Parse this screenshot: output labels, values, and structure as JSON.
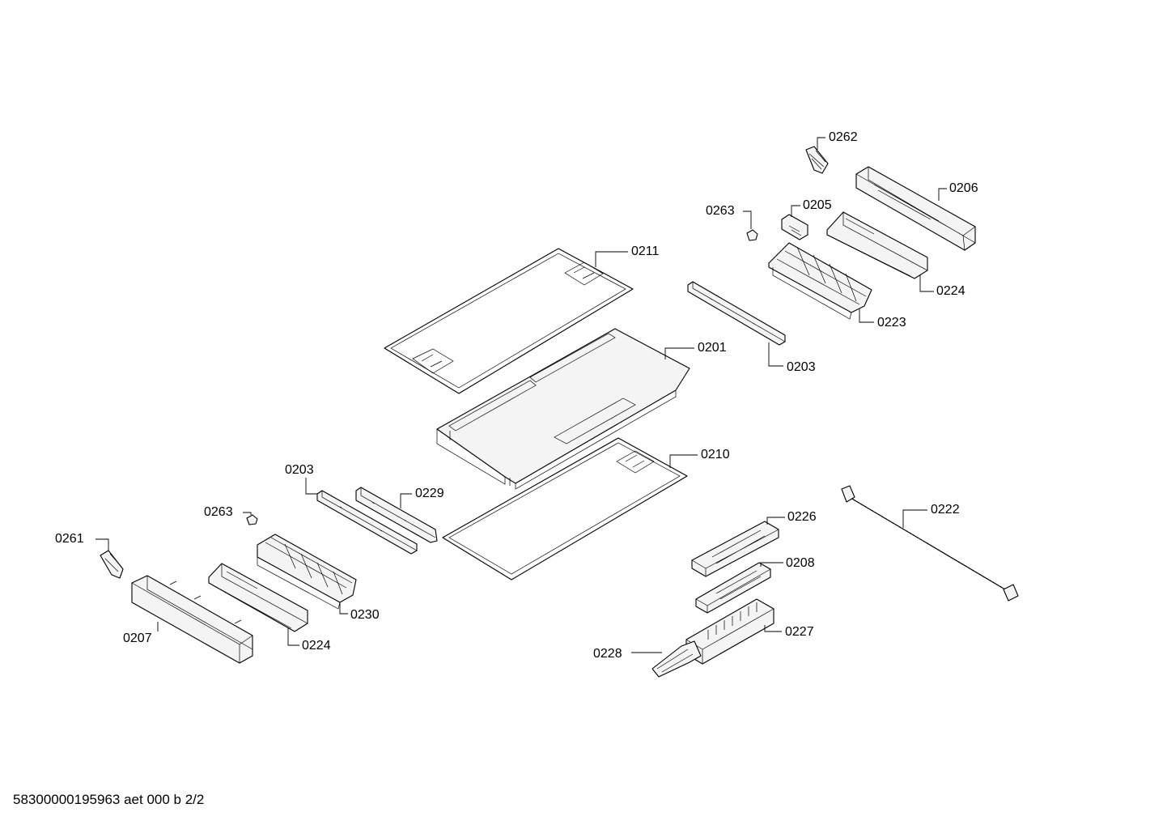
{
  "footer": {
    "document_id": "58300000195963 aet 000 b 2/2"
  },
  "callouts": {
    "c0262": "0262",
    "c0206": "0206",
    "c0263_top": "0263",
    "c0205": "0205",
    "c0224_top": "0224",
    "c0223": "0223",
    "c0211": "0211",
    "c0203_right": "0203",
    "c0201": "0201",
    "c0210": "0210",
    "c0203_left": "0203",
    "c0229": "0229",
    "c0263_left": "0263",
    "c0261": "0261",
    "c0230": "0230",
    "c0207": "0207",
    "c0224_bottom": "0224",
    "c0226": "0226",
    "c0208": "0208",
    "c0227": "0227",
    "c0228": "0228",
    "c0222": "0222"
  }
}
